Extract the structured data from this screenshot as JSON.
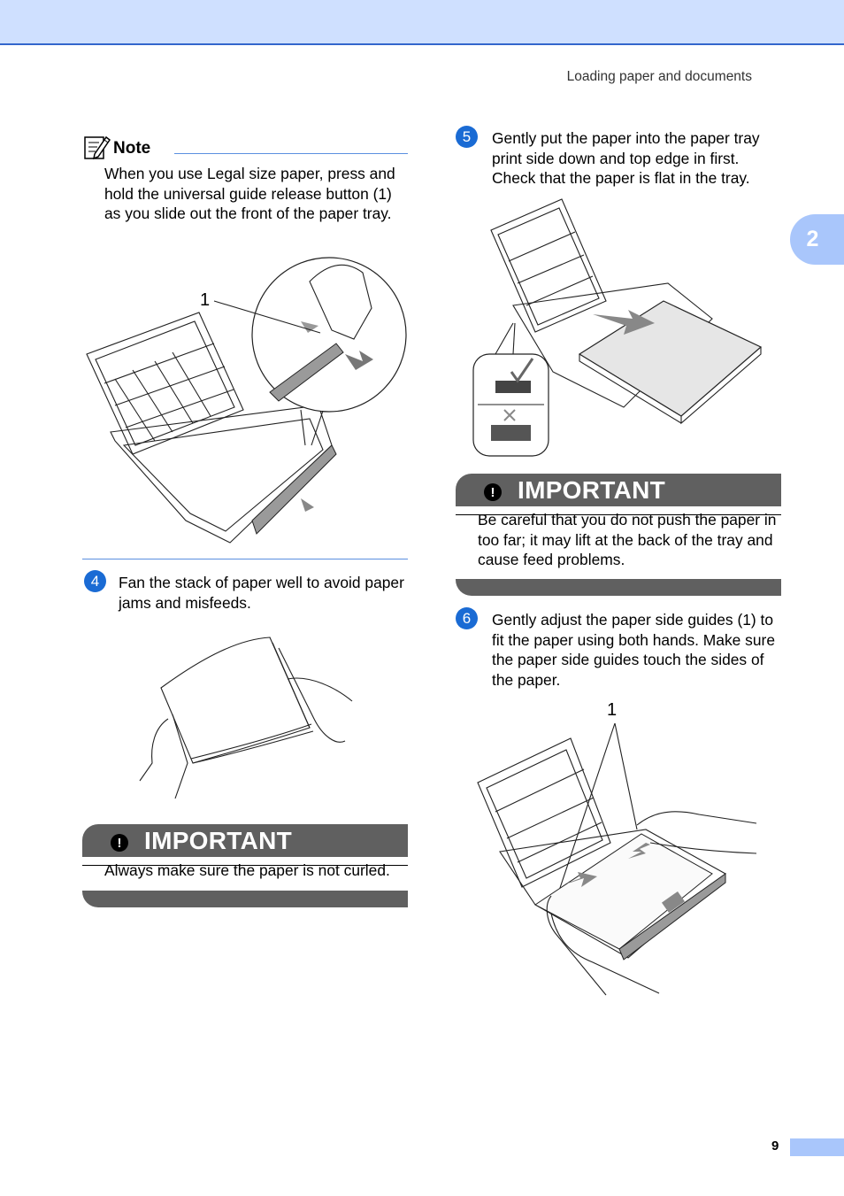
{
  "header": {
    "section_title": "Loading paper and documents"
  },
  "chapter_tab": {
    "label": "2"
  },
  "note": {
    "title": "Note",
    "text": "When you use Legal size paper, press and hold the universal guide release button (1) as you slide out the front of the paper tray.",
    "figure_callout": "1"
  },
  "steps": [
    {
      "number": "4",
      "text": "Fan the stack of paper well to avoid paper jams and misfeeds."
    },
    {
      "number": "5",
      "text": "Gently put the paper into the paper tray print side down and top edge in first. Check that the paper is flat in the tray."
    },
    {
      "number": "6",
      "text": "Gently adjust the paper side guides (1) to fit the paper using both hands. Make sure the paper side guides touch the sides of the paper.",
      "figure_callout": "1"
    }
  ],
  "important_boxes": [
    {
      "icon": "!",
      "title": "IMPORTANT",
      "text": "Always make sure the paper is not curled."
    },
    {
      "icon": "!",
      "title": "IMPORTANT",
      "text": "Be careful that you do not push the paper in too far; it may lift at the back of the tray and cause feed problems."
    }
  ],
  "footer": {
    "page_number": "9"
  }
}
